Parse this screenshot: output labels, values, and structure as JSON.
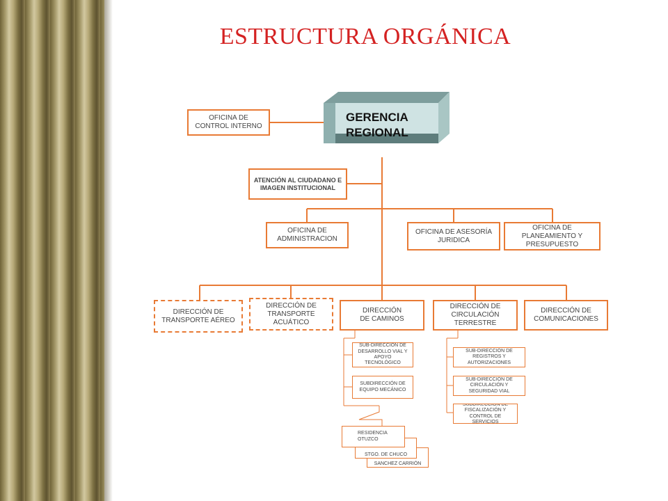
{
  "title": "ESTRUCTURA ORGÁNICA",
  "colors": {
    "accent": "#e87a34",
    "title": "#d42222",
    "gerencia_face": "#cfe3e3",
    "gerencia_side": "#7e9e9d"
  },
  "gerencia": {
    "line1": "GERENCIA",
    "line2": "REGIONAL"
  },
  "control": "OFICINA DE CONTROL INTERNO",
  "atencion": "ATENCIÓN AL CIUDADANO E IMAGEN INSTITUCIONAL",
  "offices": {
    "administracion": "OFICINA DE ADMINISTRACION",
    "asesoria": "OFICINA DE ASESORÍA JURIDICA",
    "planeamiento": "OFICINA DE PLANEAMIENTO Y PRESUPUESTO"
  },
  "directions": {
    "aereo": "DIRECCIÓN DE TRANSPORTE AÉREO",
    "acuatico": "DIRECCIÓN DE TRANSPORTE ACUÁTICO",
    "caminos_1": "DIRECCIÓN",
    "caminos_2": "DE CAMINOS",
    "circulacion": "DIRECCIÓN DE CIRCULACIÓN TERRESTRE",
    "comunicaciones": "DIRECCIÓN DE COMUNICACIONES"
  },
  "subs_caminos": {
    "desarrollo": "SUB-DIRECCIÓN DE DESARROLLO VIAL Y APOYO TECNOLÓGICO",
    "equipo": "SUBDIRECCIÓN DE EQUIPO MECÁNICO"
  },
  "subs_circulacion": {
    "registros": "SUB-DIRECCIÓN DE REGISTROS Y AUTORIZACIONES",
    "seguridad": "SUB-DIRECCIÓN DE CIRCULACIÓN Y SEGURIDAD VIAL",
    "fiscalizacion": "SUBDIRECCION DE FISCALIZACIÓN Y CONTROL DE SERVICIOS"
  },
  "residencias": {
    "otuzco": "RESIDENCIA OTUZCO",
    "chuco": "STGO. DE CHUCO",
    "sanchez": "SANCHEZ CARRIÓN"
  }
}
